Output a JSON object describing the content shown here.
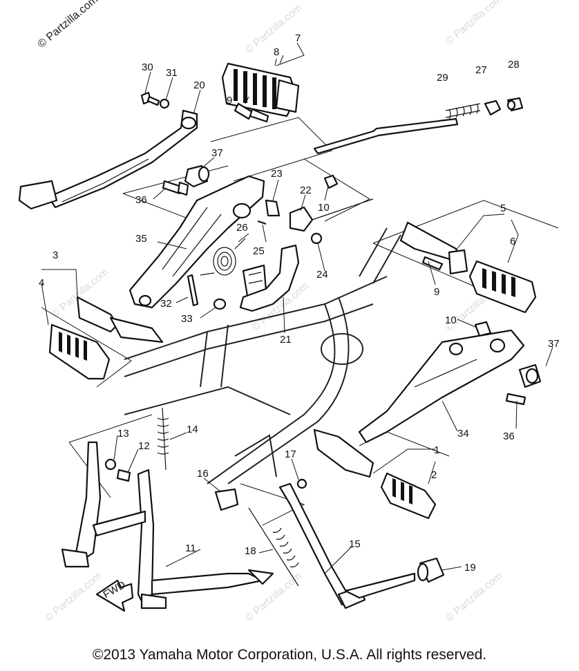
{
  "watermark": {
    "text": "© Partzilla.com"
  },
  "callouts": {
    "c1": "1",
    "c2": "2",
    "c3": "3",
    "c4": "4",
    "c5": "5",
    "c6": "6",
    "c7": "7",
    "c8": "8",
    "c9a": "9",
    "c9b": "9",
    "c10a": "10",
    "c10b": "10",
    "c11": "11",
    "c12": "12",
    "c13": "13",
    "c14": "14",
    "c15": "15",
    "c16": "16",
    "c17": "17",
    "c18": "18",
    "c19": "19",
    "c20": "20",
    "c21": "21",
    "c22": "22",
    "c23": "23",
    "c24": "24",
    "c25": "25",
    "c26": "26",
    "c27": "27",
    "c28": "28",
    "c29": "29",
    "c30": "30",
    "c31": "31",
    "c32": "32",
    "c33": "33",
    "c34": "34",
    "c35": "35",
    "c36a": "36",
    "c36b": "36",
    "c37a": "37",
    "c37b": "37"
  },
  "fwd_label": "FWD",
  "copyright": "©2013  Yamaha Motor Corporation, U.S.A. All rights reserved."
}
